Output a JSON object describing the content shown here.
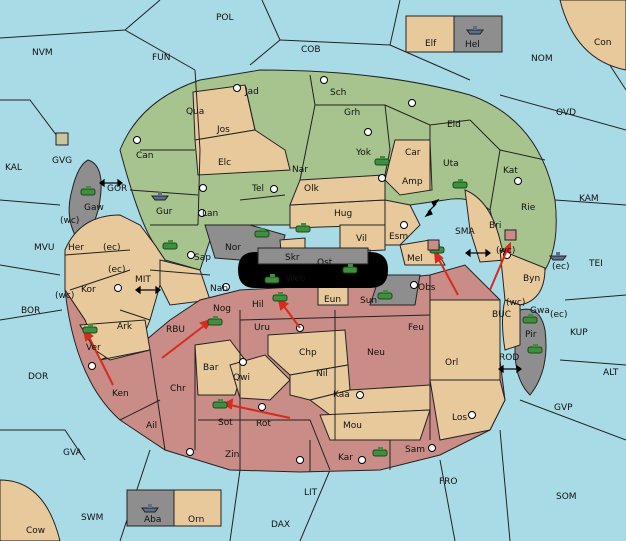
{
  "colors": {
    "sea": "#a9dbe6",
    "green_power": "#a7c48f",
    "tan_power": "#e8c99b",
    "rose_power": "#c98c86",
    "neutral": "#8e8e8e",
    "order_arrow": "#d62b1e",
    "army_unit": "#3f8f3f",
    "fleet_unit": "#5e6f8c"
  },
  "sea_labels": [
    {
      "id": "pol",
      "text": "POL"
    },
    {
      "id": "cob",
      "text": "COB"
    },
    {
      "id": "nvm",
      "text": "NVM"
    },
    {
      "id": "fun",
      "text": "FUN"
    },
    {
      "id": "nom",
      "text": "NOM"
    },
    {
      "id": "con",
      "text": "Con"
    },
    {
      "id": "ovd",
      "text": "OVD"
    },
    {
      "id": "kal",
      "text": "KAL"
    },
    {
      "id": "gvg",
      "text": "GVG"
    },
    {
      "id": "kam",
      "text": "KAM"
    },
    {
      "id": "sma",
      "text": "SMA"
    },
    {
      "id": "tei",
      "text": "TEI"
    },
    {
      "id": "mvu",
      "text": "MVU"
    },
    {
      "id": "mit",
      "text": "MIT"
    },
    {
      "id": "bor",
      "text": "BOR"
    },
    {
      "id": "rbu",
      "text": "RBU"
    },
    {
      "id": "buc",
      "text": "BUC"
    },
    {
      "id": "kup",
      "text": "KUP"
    },
    {
      "id": "dor",
      "text": "DOR"
    },
    {
      "id": "rod",
      "text": "ROD"
    },
    {
      "id": "alt",
      "text": "ALT"
    },
    {
      "id": "gvp",
      "text": "GVP"
    },
    {
      "id": "gva",
      "text": "GVA"
    },
    {
      "id": "fro",
      "text": "FRO"
    },
    {
      "id": "som",
      "text": "SOM"
    },
    {
      "id": "lit",
      "text": "LIT"
    },
    {
      "id": "swm",
      "text": "SWM"
    },
    {
      "id": "dax",
      "text": "DAX"
    },
    {
      "id": "cow",
      "text": "Cow"
    },
    {
      "id": "gor",
      "text": "GOR"
    }
  ],
  "land_labels": [
    {
      "id": "jad",
      "text": "Jad"
    },
    {
      "id": "sch",
      "text": "Sch"
    },
    {
      "id": "qua",
      "text": "Qua"
    },
    {
      "id": "jos",
      "text": "Jos"
    },
    {
      "id": "grh",
      "text": "Grh"
    },
    {
      "id": "eld",
      "text": "Eld"
    },
    {
      "id": "can",
      "text": "Can"
    },
    {
      "id": "yok",
      "text": "Yok"
    },
    {
      "id": "car",
      "text": "Car"
    },
    {
      "id": "uta",
      "text": "Uta"
    },
    {
      "id": "elc",
      "text": "Elc"
    },
    {
      "id": "nar",
      "text": "Nar"
    },
    {
      "id": "kat",
      "text": "Kat"
    },
    {
      "id": "tel",
      "text": "Tel"
    },
    {
      "id": "olk",
      "text": "Olk"
    },
    {
      "id": "amp",
      "text": "Amp"
    },
    {
      "id": "gur",
      "text": "Gur"
    },
    {
      "id": "lan",
      "text": "Lan"
    },
    {
      "id": "hug",
      "text": "Hug"
    },
    {
      "id": "rie",
      "text": "Rie"
    },
    {
      "id": "gaw",
      "text": "Gaw"
    },
    {
      "id": "her",
      "text": "Her"
    },
    {
      "id": "vil",
      "text": "Vil"
    },
    {
      "id": "esm",
      "text": "Esm"
    },
    {
      "id": "bri",
      "text": "Bri"
    },
    {
      "id": "nor",
      "text": "Nor"
    },
    {
      "id": "skr",
      "text": "Skr"
    },
    {
      "id": "ost",
      "text": "Ost"
    },
    {
      "id": "sap",
      "text": "Sap"
    },
    {
      "id": "web",
      "text": "Web"
    },
    {
      "id": "mel",
      "text": "Mel"
    },
    {
      "id": "byn",
      "text": "Byn"
    },
    {
      "id": "kor",
      "text": "Kor"
    },
    {
      "id": "nab",
      "text": "Nab"
    },
    {
      "id": "eun",
      "text": "Eun"
    },
    {
      "id": "sun",
      "text": "Sun"
    },
    {
      "id": "obs",
      "text": "Obs"
    },
    {
      "id": "gwa",
      "text": "Gwa"
    },
    {
      "id": "hil",
      "text": "Hil"
    },
    {
      "id": "nog",
      "text": "Nog"
    },
    {
      "id": "ark",
      "text": "Ark"
    },
    {
      "id": "uru",
      "text": "Uru"
    },
    {
      "id": "feu",
      "text": "Feu"
    },
    {
      "id": "pir",
      "text": "Pir"
    },
    {
      "id": "ver",
      "text": "Ver"
    },
    {
      "id": "chp",
      "text": "Chp"
    },
    {
      "id": "neu",
      "text": "Neu"
    },
    {
      "id": "orl",
      "text": "Orl"
    },
    {
      "id": "bar",
      "text": "Bar"
    },
    {
      "id": "qwi",
      "text": "Qwi"
    },
    {
      "id": "nil",
      "text": "Nil"
    },
    {
      "id": "ken",
      "text": "Ken"
    },
    {
      "id": "chr",
      "text": "Chr"
    },
    {
      "id": "kaa",
      "text": "Kaa"
    },
    {
      "id": "los",
      "text": "Los"
    },
    {
      "id": "ail",
      "text": "Ail"
    },
    {
      "id": "sot",
      "text": "Sot"
    },
    {
      "id": "rot",
      "text": "Rot"
    },
    {
      "id": "mou",
      "text": "Mou"
    },
    {
      "id": "zin",
      "text": "Zin"
    },
    {
      "id": "kar",
      "text": "Kar"
    },
    {
      "id": "sam",
      "text": "Sam"
    },
    {
      "id": "elf",
      "text": "Elf"
    },
    {
      "id": "hel",
      "text": "Hel"
    },
    {
      "id": "aba",
      "text": "Aba"
    },
    {
      "id": "orn",
      "text": "Orn"
    }
  ],
  "coast_labels": [
    {
      "id": "wc_her",
      "text": "(wc)"
    },
    {
      "id": "ec_her",
      "text": "(ec)"
    },
    {
      "id": "ec_kor",
      "text": "(ec)"
    },
    {
      "id": "wc_kor",
      "text": "(wc)"
    },
    {
      "id": "wc_byn",
      "text": "(wc)"
    },
    {
      "id": "ec_byn",
      "text": "(ec)"
    },
    {
      "id": "wc_gwa",
      "text": "(wc)"
    },
    {
      "id": "ec_gwa",
      "text": "(ec)"
    }
  ],
  "units": [
    {
      "id": "u1",
      "kind": "army"
    },
    {
      "id": "u2",
      "kind": "fleet"
    },
    {
      "id": "u3",
      "kind": "army"
    },
    {
      "id": "u4",
      "kind": "army"
    },
    {
      "id": "u5",
      "kind": "army"
    },
    {
      "id": "u6",
      "kind": "army"
    },
    {
      "id": "u7",
      "kind": "army"
    },
    {
      "id": "u8",
      "kind": "army"
    },
    {
      "id": "u9",
      "kind": "army"
    },
    {
      "id": "u10",
      "kind": "army"
    },
    {
      "id": "u11",
      "kind": "army"
    },
    {
      "id": "u12",
      "kind": "army"
    },
    {
      "id": "u13",
      "kind": "army"
    },
    {
      "id": "u14",
      "kind": "army"
    },
    {
      "id": "u15",
      "kind": "army"
    },
    {
      "id": "u16",
      "kind": "army"
    },
    {
      "id": "u17",
      "kind": "fleet"
    },
    {
      "id": "u18",
      "kind": "fleet"
    },
    {
      "id": "u19",
      "kind": "army"
    },
    {
      "id": "u20",
      "kind": "army"
    },
    {
      "id": "u21",
      "kind": "fleet"
    }
  ]
}
